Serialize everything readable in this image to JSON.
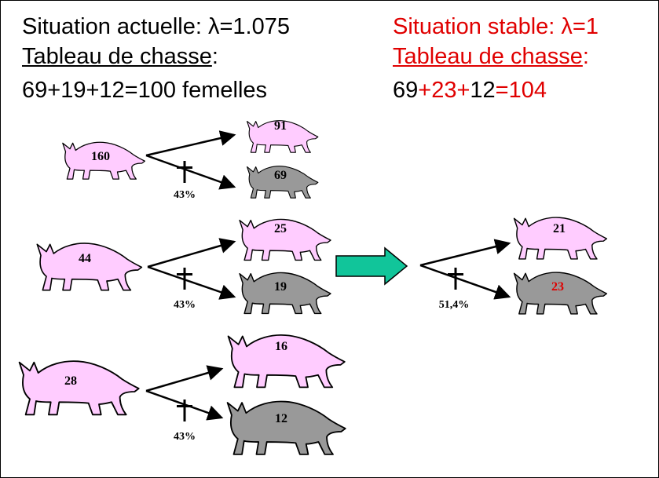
{
  "colors": {
    "text": "#000000",
    "highlight_red": "#e00000",
    "boar_live": "#ffccff",
    "boar_dead": "#999999",
    "arrow_green": "#11c59a"
  },
  "left": {
    "title": "Situation actuelle: λ=1.075",
    "subtitle": "Tableau de chasse",
    "subtitle_colon": ":",
    "sum": {
      "a": "69",
      "plus1": "+",
      "b": "19",
      "plus2": "+",
      "c": "12",
      "eq": "=",
      "total": "100",
      "unit": " femelles"
    }
  },
  "right": {
    "title": "Situation stable: λ=1",
    "subtitle": "Tableau de chasse",
    "subtitle_colon": ":",
    "sum": {
      "a": "69",
      "plus1": "+",
      "b": "23",
      "plus2": "+",
      "c": "12",
      "eq": "=",
      "total": "104"
    }
  },
  "groups": [
    {
      "source": "160",
      "survivors": "91",
      "harvested": "69",
      "mortality": "43%"
    },
    {
      "source": "44",
      "survivors": "25",
      "harvested": "19",
      "mortality": "43%"
    },
    {
      "source": "28",
      "survivors": "16",
      "harvested": "12",
      "mortality": "43%"
    }
  ],
  "stable": {
    "survivors": "21",
    "harvested": "23",
    "mortality": "51,4%"
  },
  "icons": {
    "cross": "dagger-cross-icon",
    "boar": "wild-boar-icon",
    "arrow": "green-right-arrow-icon"
  }
}
